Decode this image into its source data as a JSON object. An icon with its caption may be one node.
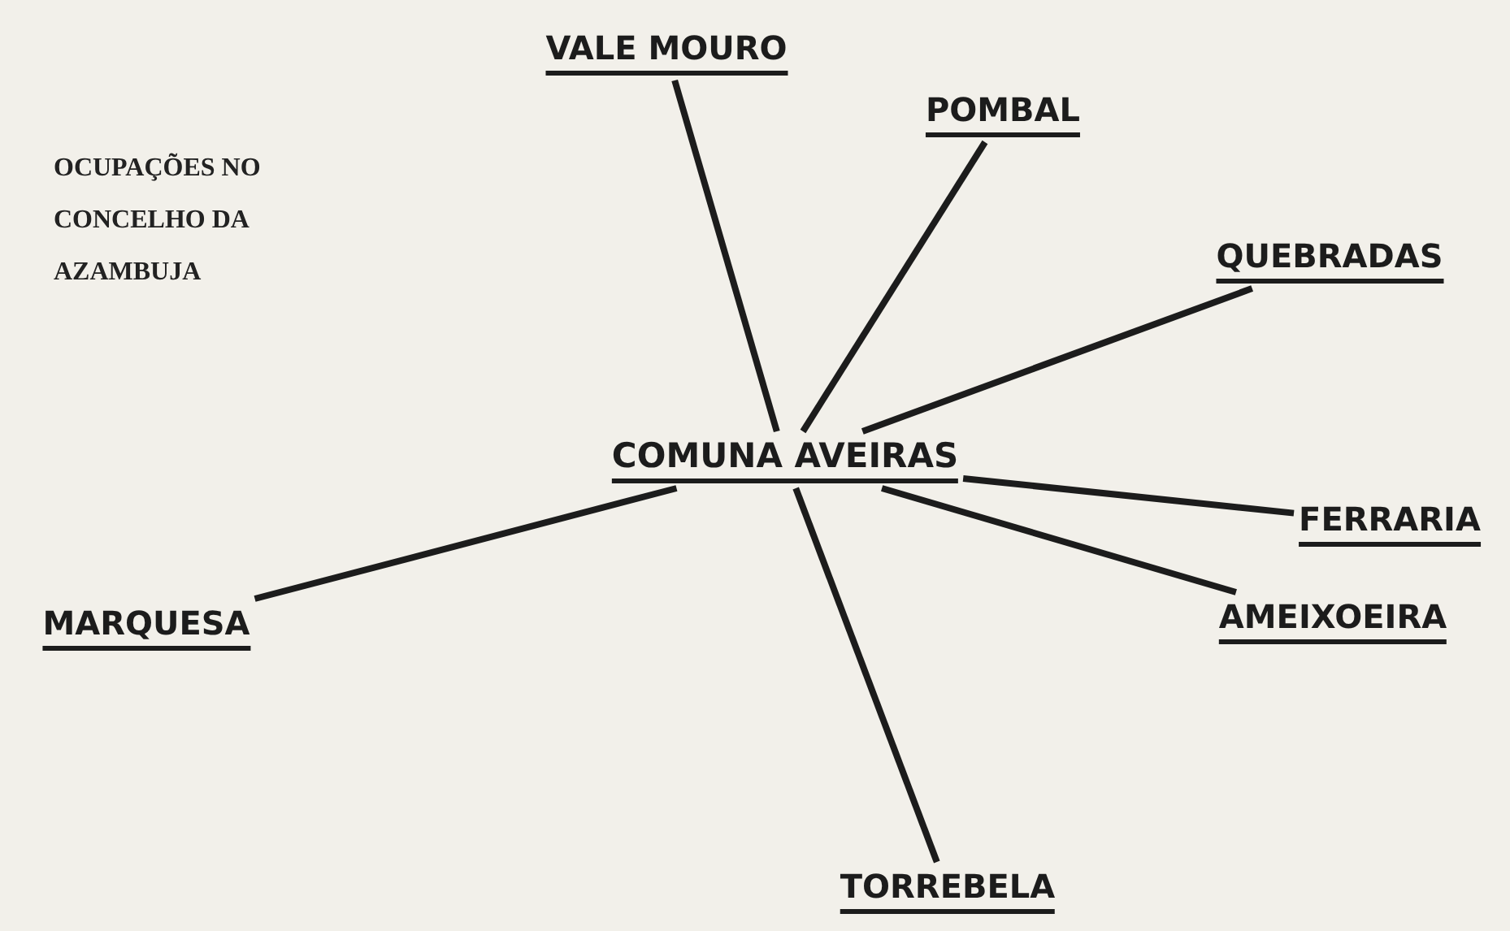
{
  "diagram": {
    "title": "OCUPAÇÕES NO CONCELHO DA AZAMBUJA",
    "nodes": [
      {
        "text": [
          "COMUNA AVEIRAS"
        ]
      },
      {
        "text": [
          "VALE MOURO"
        ]
      },
      {
        "text": [
          "POMBAL"
        ]
      },
      {
        "text": [
          "QUEBRADAS"
        ]
      },
      {
        "text": [
          "FERRARIA"
        ]
      },
      {
        "text": [
          "AMEIXOEIRA"
        ]
      },
      {
        "text": [
          "TORREBELA"
        ]
      },
      {
        "text": [
          "MARQUESA"
        ]
      }
    ],
    "edges": [
      {
        "from": 0,
        "to": 1,
        "arrow": "none"
      },
      {
        "from": 0,
        "to": 2,
        "arrow": "none"
      },
      {
        "from": 0,
        "to": 3,
        "arrow": "none"
      },
      {
        "from": 0,
        "to": 4,
        "arrow": "none"
      },
      {
        "from": 0,
        "to": 5,
        "arrow": "none"
      },
      {
        "from": 0,
        "to": 6,
        "arrow": "none"
      },
      {
        "from": 0,
        "to": 7,
        "arrow": "none"
      }
    ]
  }
}
